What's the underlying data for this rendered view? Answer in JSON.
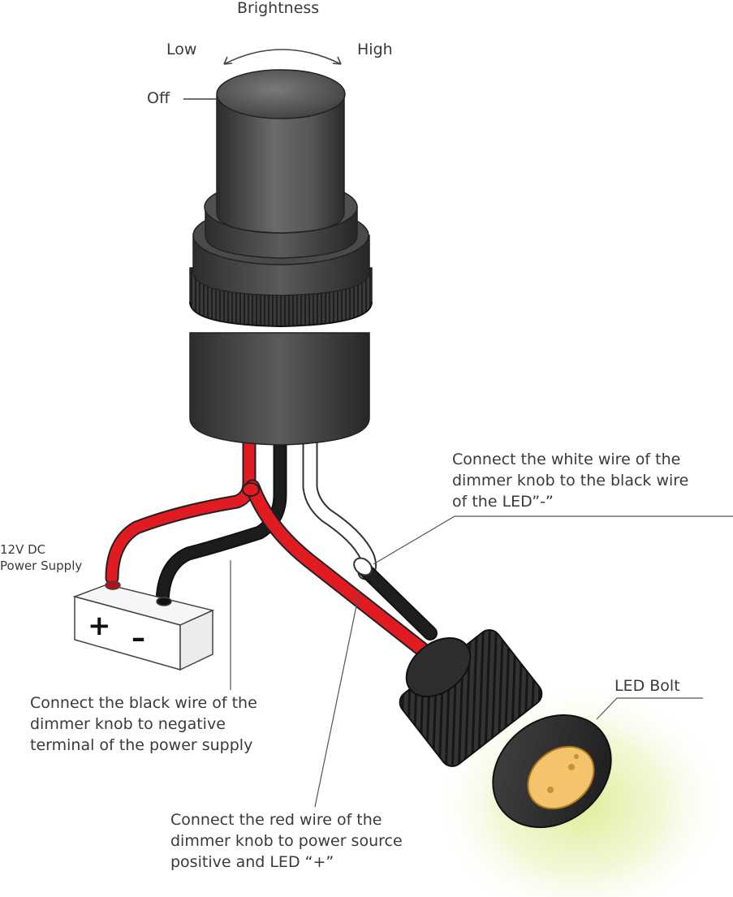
{
  "brightness": {
    "title": "Brightness",
    "low": "Low",
    "high": "High",
    "off": "Off"
  },
  "power_supply": {
    "label_line1": "12V DC",
    "label_line2": "Power Supply",
    "plus": "+",
    "minus": "–"
  },
  "notes": {
    "white_wire": [
      "Connect the white wire of the",
      "dimmer knob to the black wire",
      "of the LED”-”"
    ],
    "black_wire": [
      "Connect the black wire of the",
      "dimmer knob to negative",
      "terminal of the power supply"
    ],
    "red_wire": [
      "Connect the red wire of the",
      "dimmer knob to power source",
      "positive and LED “+”"
    ],
    "led_bolt": "LED Bolt"
  },
  "colors": {
    "knob_dark": "#3b3b3b",
    "knob_light": "#6b6b6b",
    "wire_red": "#e01b22",
    "wire_black": "#1c1c1c",
    "wire_white": "#ffffff",
    "led_face": "#f3c46b",
    "led_glow": "#d9ec8a"
  }
}
